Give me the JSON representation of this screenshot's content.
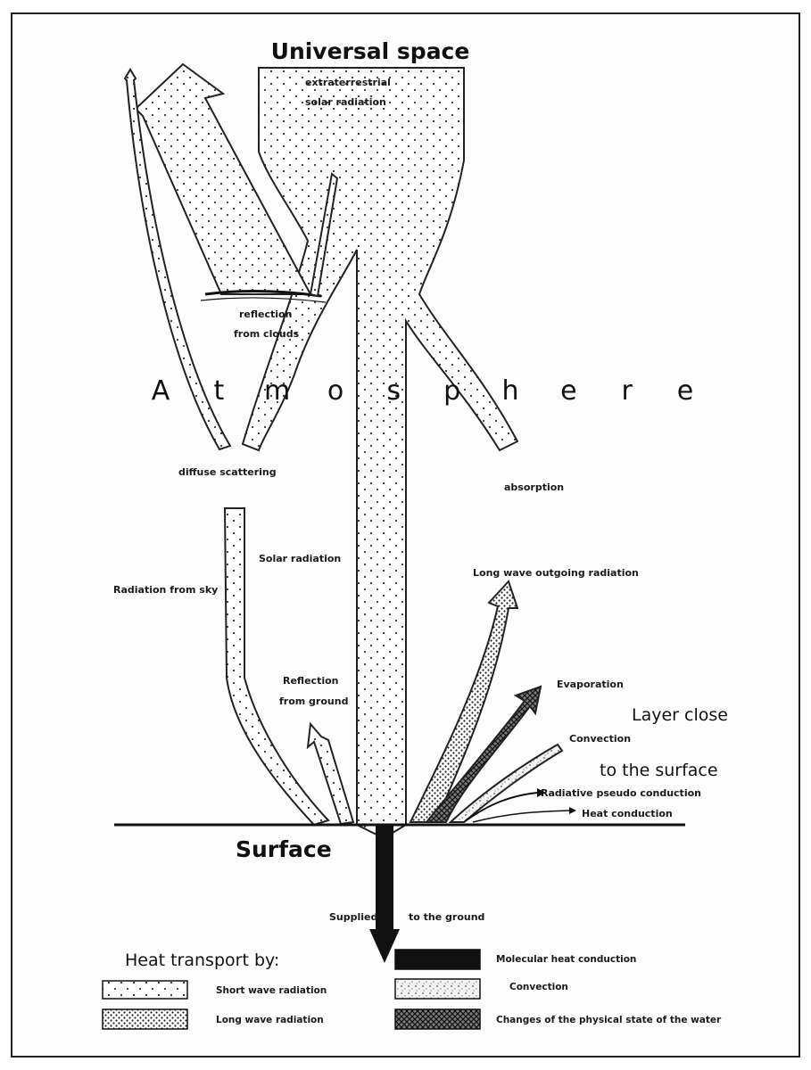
{
  "diagram": {
    "top_title": "Universal space",
    "extraterrestrial_1": "extraterrestrial",
    "extraterrestrial_2": "solar radiation",
    "reflection_clouds_1": "reflection",
    "reflection_clouds_2": "from clouds",
    "atmosphere_letters": [
      "A",
      "t",
      "m",
      "o",
      "s",
      "p",
      "h",
      "e",
      "r",
      "e"
    ],
    "diffuse_scattering": "diffuse scattering",
    "absorption": "absorption",
    "solar_radiation": "Solar radiation",
    "radiation_from_sky": "Radiation from sky",
    "long_wave_outgoing": "Long wave outgoing radiation",
    "reflection_ground_1": "Reflection",
    "reflection_ground_2": "from ground",
    "evaporation": "Evaporation",
    "layer_close_1": "Layer close",
    "layer_close_2": "to the surface",
    "convection": "Convection",
    "radiative_pseudo": "Radiative pseudo conduction",
    "heat_conduction": "Heat conduction",
    "surface": "Surface",
    "supplied": "Supplied",
    "to_the_ground": "to the ground"
  },
  "legend": {
    "title": "Heat transport by:",
    "items": [
      {
        "label": "Short wave radiation",
        "pattern": "short-wave"
      },
      {
        "label": "Long wave radiation",
        "pattern": "long-wave"
      },
      {
        "label": "Molecular heat conduction",
        "pattern": "molecular"
      },
      {
        "label": "Convection",
        "pattern": "convection"
      },
      {
        "label": "Changes of the physical state of the water",
        "pattern": "phase-change"
      }
    ]
  },
  "colors": {
    "ink": "#111111",
    "background": "#ffffff"
  }
}
